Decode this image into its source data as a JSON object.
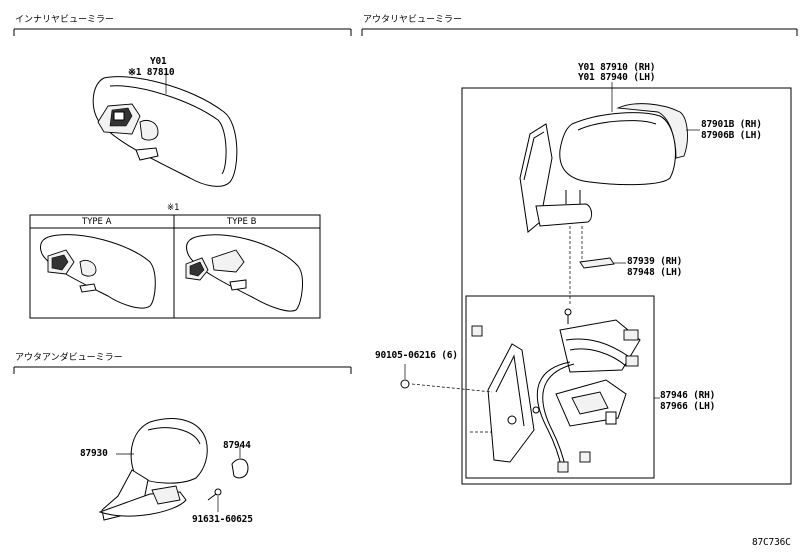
{
  "sections": {
    "inner_mirror": "インナリヤビューミラー",
    "outer_mirror": "アウタリヤビューミラー",
    "under_mirror": "アウタアンダビューミラー"
  },
  "inner": {
    "y01": "Y01",
    "note_part": "※1 87810",
    "type_note": "※1",
    "type_a": "TYPE A",
    "type_b": "TYPE B"
  },
  "outer": {
    "rh_assy": "Y01 87910 (RH)",
    "lh_assy": "Y01 87940 (LH)",
    "cover_rh": "87901B (RH)",
    "cover_lh": "87906B (LH)",
    "p939": "87939 (RH)",
    "p948": "87948 (LH)",
    "screw": "90105-06216 (6)",
    "p946": "87946 (RH)",
    "p966": "87966 (LH)"
  },
  "under": {
    "p930": "87930",
    "p944": "87944",
    "screw": "91631-60625"
  },
  "diagram_code": "87C736C"
}
